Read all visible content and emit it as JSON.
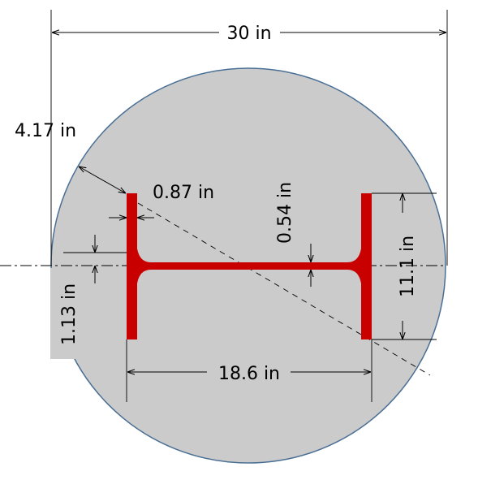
{
  "colors": {
    "background": "#ffffff",
    "circle_fill": "#cbcbcb",
    "circle_stroke": "#4a6f95",
    "section_fill": "#c80000",
    "label_box": "#cbcbcb",
    "line": "#000000"
  },
  "dimensions": {
    "outer_diameter": "30 in",
    "cover": "4.17 in",
    "flange_thickness": "0.87 in",
    "web_thickness": "0.54 in",
    "section_depth": "11.1 in",
    "offset": "1.13 in",
    "flange_spacing": "18.6 in"
  }
}
